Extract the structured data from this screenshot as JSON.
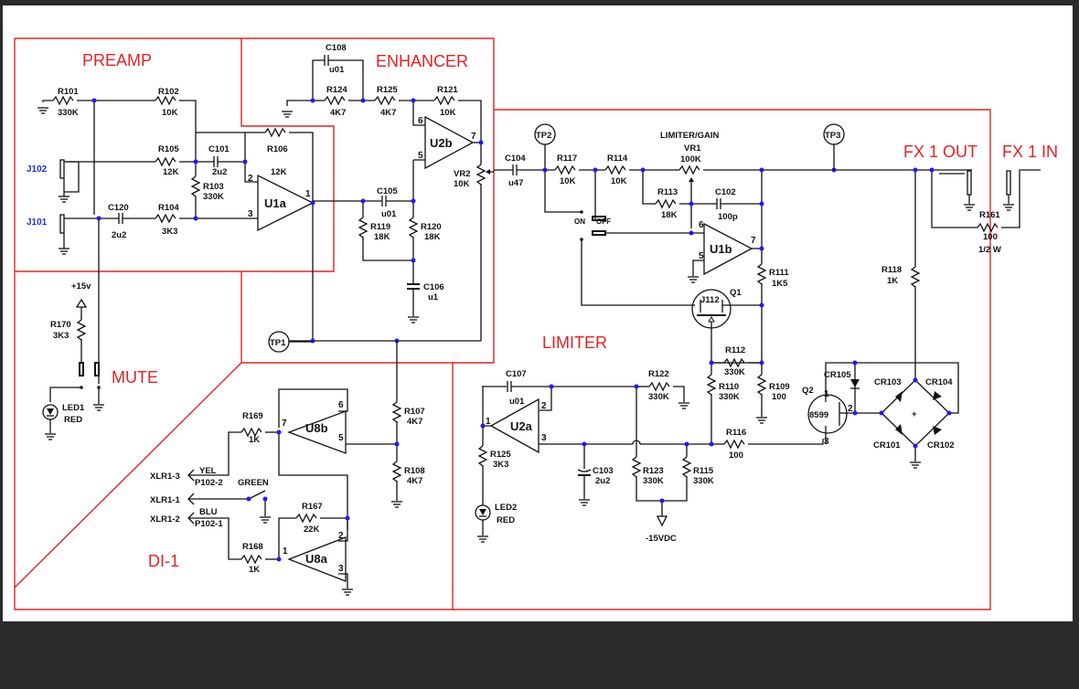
{
  "sections": {
    "preamp": "PREAMP",
    "enhancer": "ENHANCER",
    "mute": "MUTE",
    "limiter": "LIMITER",
    "di": "DI-1",
    "fx_out": "FX 1 OUT",
    "fx_in": "FX 1 IN"
  },
  "jacks": {
    "j102": "J102",
    "j101": "J101"
  },
  "testpoints": {
    "tp1": "TP1",
    "tp2": "TP2",
    "tp3": "TP3"
  },
  "resistors": {
    "r101": {
      "ref": "R101",
      "val": "330K"
    },
    "r102": {
      "ref": "R102",
      "val": "10K"
    },
    "r103": {
      "ref": "R103",
      "val": "330K"
    },
    "r104": {
      "ref": "R104",
      "val": "3K3"
    },
    "r105": {
      "ref": "R105",
      "val": "12K"
    },
    "r106": {
      "ref": "R106",
      "val": "12K"
    },
    "r107": {
      "ref": "R107",
      "val": "4K7"
    },
    "r108": {
      "ref": "R108",
      "val": "4K7"
    },
    "r109": {
      "ref": "R109",
      "val": "100"
    },
    "r110": {
      "ref": "R110",
      "val": "330K"
    },
    "r111": {
      "ref": "R111",
      "val": "1K5"
    },
    "r112": {
      "ref": "R112",
      "val": "330K"
    },
    "r113": {
      "ref": "R113",
      "val": "18K"
    },
    "r114": {
      "ref": "R114",
      "val": "10K"
    },
    "r115": {
      "ref": "R115",
      "val": "330K"
    },
    "r116": {
      "ref": "R116",
      "val": "100"
    },
    "r117": {
      "ref": "R117",
      "val": "10K"
    },
    "r118": {
      "ref": "R118",
      "val": "1K"
    },
    "r119": {
      "ref": "R119",
      "val": "18K"
    },
    "r120": {
      "ref": "R120",
      "val": "18K"
    },
    "r121": {
      "ref": "R121",
      "val": "10K"
    },
    "r122": {
      "ref": "R122",
      "val": "330K"
    },
    "r123": {
      "ref": "R123",
      "val": "330K"
    },
    "r124": {
      "ref": "R124",
      "val": "4K7"
    },
    "r125a": {
      "ref": "R125",
      "val": "4K7"
    },
    "r125b": {
      "ref": "R125",
      "val": "3K3"
    },
    "r161": {
      "ref": "R161",
      "val": "100",
      "power": "1/2 W"
    },
    "r167": {
      "ref": "R167",
      "val": "22K"
    },
    "r168": {
      "ref": "R168",
      "val": "1K"
    },
    "r169": {
      "ref": "R169",
      "val": "1K"
    },
    "r170": {
      "ref": "R170",
      "val": "3K3"
    }
  },
  "pots": {
    "vr1": {
      "title": "LIMITER/GAIN",
      "ref": "VR1",
      "val": "100K"
    },
    "vr2": {
      "ref": "VR2",
      "val": "10K"
    }
  },
  "capacitors": {
    "c101": {
      "ref": "C101",
      "val": "2u2"
    },
    "c102": {
      "ref": "C102",
      "val": "100p"
    },
    "c103": {
      "ref": "C103",
      "val": "2u2"
    },
    "c104": {
      "ref": "C104",
      "val": "u47"
    },
    "c105": {
      "ref": "C105",
      "val": "u01"
    },
    "c106": {
      "ref": "C106",
      "val": "u1"
    },
    "c107": {
      "ref": "C107",
      "val": "u01"
    },
    "c108": {
      "ref": "C108",
      "val": "u01"
    },
    "c120": {
      "ref": "C120",
      "val": "2u2"
    }
  },
  "opamps": {
    "u1a": {
      "ref": "U1a",
      "pins": [
        "2",
        "3",
        "1"
      ]
    },
    "u1b": {
      "ref": "U1b",
      "pins": [
        "6",
        "5",
        "7"
      ]
    },
    "u2a": {
      "ref": "U2a",
      "pins": [
        "2",
        "3",
        "1"
      ]
    },
    "u2b": {
      "ref": "U2b",
      "pins": [
        "6",
        "5",
        "7"
      ]
    },
    "u8a": {
      "ref": "U8a",
      "pins": [
        "2",
        "3",
        "1"
      ]
    },
    "u8b": {
      "ref": "U8b",
      "pins": [
        "6",
        "5",
        "7"
      ]
    }
  },
  "transistors": {
    "q1": {
      "ref": "Q1",
      "part": "J112"
    },
    "q2": {
      "ref": "Q2",
      "part": "8599",
      "pins": [
        "1",
        "2",
        "3"
      ]
    }
  },
  "diodes": {
    "cr101": "CR101",
    "cr102": "CR102",
    "cr103": "CR103",
    "cr104": "CR104",
    "cr105": "CR105",
    "bridge_mark": "+"
  },
  "leds": {
    "led1": {
      "ref": "LED1",
      "color": "RED"
    },
    "led2": {
      "ref": "LED2",
      "color": "RED"
    }
  },
  "power": {
    "pos15": "+15v",
    "neg15": "-15VDC"
  },
  "switch": {
    "on": "ON",
    "off": "OFF",
    "green": "GREEN"
  },
  "xlr": {
    "x3": "XLR1-3",
    "x1": "XLR1-1",
    "x2": "XLR1-2",
    "yel": "YEL",
    "blu": "BLU",
    "p1022": "P102-2",
    "p1021": "P102-1"
  },
  "colors": {
    "box": "#e52222",
    "junction": "#1a1aff",
    "jack_label": "#2233cc"
  }
}
